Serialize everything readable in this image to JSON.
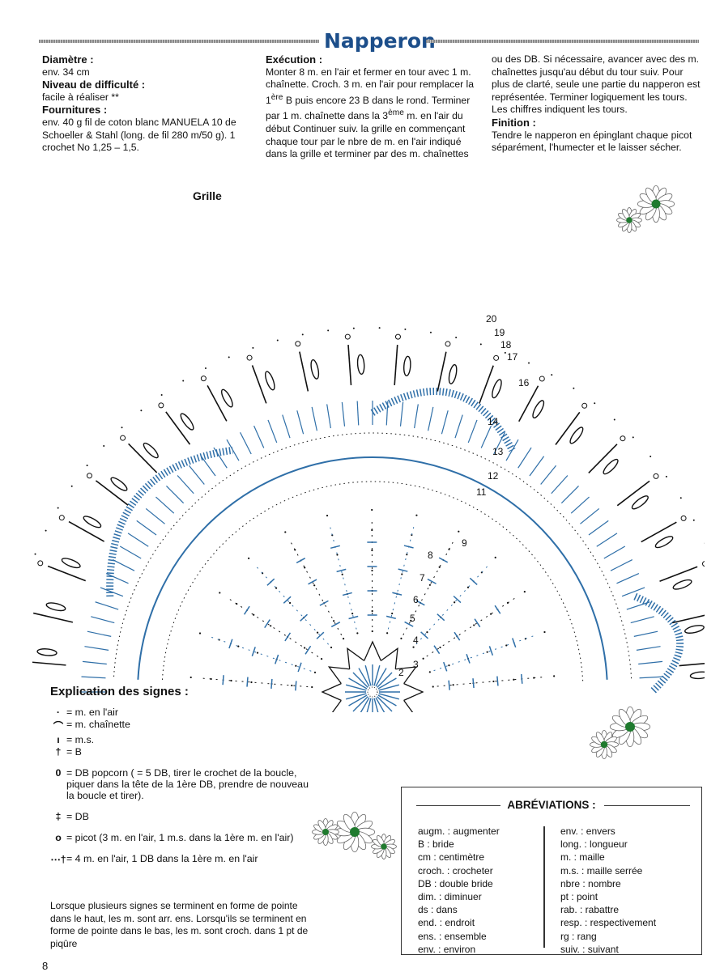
{
  "header": {
    "title": "Napperon"
  },
  "col1": {
    "h_diam": "Diamètre :",
    "diam": "env. 34 cm",
    "h_diff": "Niveau de difficulté :",
    "diff": "facile à réaliser **",
    "h_four": "Fournitures :",
    "four": "env. 40 g fil de coton blanc MANUELA 10 de Schoeller & Stahl (long. de fil 280 m/50 g). 1 crochet No 1,25 – 1,5."
  },
  "col2": {
    "h_exec": "Exécution :",
    "l1": "Monter 8 m. en l'air et fermer en tour avec 1 m.",
    "l2": "chaînette. Croch. 3 m. en l'air pour remplacer la",
    "l3a": "1",
    "l3sup": "ère",
    "l3b": " B puis encore 23 B dans le rond. Terminer",
    "l4a": "par 1 m. chaînette dans la 3",
    "l4sup": "ème",
    "l4b": " m. en l'air du",
    "l5": "début Continuer suiv. la grille en commençant",
    "l6": "chaque tour par le nbre de m. en l'air indiqué",
    "l7": "dans la grille et terminer par des m. chaînettes"
  },
  "col3": {
    "text": "ou des DB. Si nécessaire, avancer avec des m. chaînettes jusqu'au début du tour suiv. Pour plus de clarté, seule une partie du napperon est représentée. Terminer logiquement les tours. Les chiffres indiquent les tours.",
    "h_fin": "Finition :",
    "fin": "Tendre le napperon en épinglant chaque picot séparément, l'humecter et le laisser sécher."
  },
  "diagram": {
    "label": "Grille",
    "round_numbers": [
      "2",
      "3",
      "4",
      "5",
      "6",
      "7",
      "8",
      "9",
      "11",
      "12",
      "13",
      "14",
      "16",
      "17",
      "18",
      "19",
      "20"
    ]
  },
  "legend": {
    "title": "Explication des signes :",
    "items": [
      {
        "sym": "·",
        "text": "= m. en l'air"
      },
      {
        "sym": "⌒",
        "text": "= m. chaînette"
      },
      {
        "sym": "ı",
        "text": "= m.s."
      },
      {
        "sym": "†",
        "text": "= B"
      },
      {
        "sym": "0",
        "text": "= DB popcorn ( = 5 DB, tirer le crochet de la boucle, piquer dans la tête de la 1ère DB, prendre de nouveau la boucle et tirer)."
      },
      {
        "sym": "‡",
        "text": "= DB"
      },
      {
        "sym": "o",
        "text": "= picot (3 m. en l'air, 1 m.s. dans la 1ère m. en l'air)"
      },
      {
        "sym": "⋯†",
        "text": "= 4 m. en l'air, 1 DB dans la 1ère m. en l'air"
      }
    ],
    "note": "Lorsque plusieurs signes se terminent en forme de pointe dans le haut, les m. sont arr. ens. Lorsqu'ils se terminent en forme de pointe dans le bas, les m. sont croch. dans 1 pt de piqûre"
  },
  "abbreviations": {
    "title": "ABRÉVIATIONS :",
    "left": [
      "augm. : augmenter",
      "B : bride",
      "cm : centimètre",
      "croch. : crocheter",
      "DB : double bride",
      "dim. : diminuer",
      "ds : dans",
      "end. : endroit",
      "ens. : ensemble",
      "env. : environ"
    ],
    "right": [
      "env. : envers",
      "long. : longueur",
      "m. : maille",
      "m.s. : maille serrée",
      "nbre : nombre",
      "pt : point",
      "rab. : rabattre",
      "resp. : respectivement",
      "rg : rang",
      "suiv. : suivant"
    ]
  },
  "page": {
    "number": "8"
  },
  "colors": {
    "title": "#1c4e8a",
    "blue_stitch": "#2f6fa8",
    "ink": "#111111",
    "flower_center": "#1f7a2e"
  }
}
